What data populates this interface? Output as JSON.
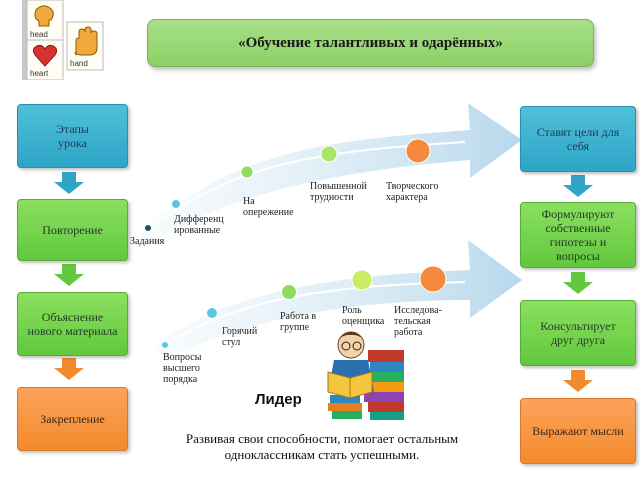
{
  "logo": {
    "head": "head",
    "hand": "hand",
    "heart": "heart"
  },
  "title": "«Обучение  талантливых и одарённых»",
  "left_column": [
    {
      "label": "Этапы\nурока",
      "color": "blue"
    },
    {
      "label": "Повторение",
      "color": "green"
    },
    {
      "label": "Объяснение\nнового материала",
      "color": "green"
    },
    {
      "label": "Закрепление",
      "color": "orange"
    }
  ],
  "right_column": [
    {
      "label": "Ставят цели для\nсебя",
      "color": "blue"
    },
    {
      "label": "Формулируют\nсобственные\nгипотезы и\nвопросы",
      "color": "green"
    },
    {
      "label": "Консультирует\nдруг друга",
      "color": "green"
    },
    {
      "label": "Выражают мысли",
      "color": "orange"
    }
  ],
  "upper_arrow_labels": [
    "Задания",
    "Дифференц\nированные",
    "На\nопережение",
    "Повышенной\nтрудности",
    "Творческого\nхарактера"
  ],
  "lower_arrow_labels": [
    "Вопросы\nвысшего\nпорядка",
    "Горячий\nстул",
    "Работа в\nгруппе",
    "Роль\nоценщика",
    "Исследова-\nтельская\nработа"
  ],
  "leader_label": "Лидер",
  "description": "Развивая  свои способности,  помогает остальным одноклассникам   стать успешными.",
  "colors": {
    "blue": "#34a9cb",
    "green": "#6ccd45",
    "orange": "#f7943a",
    "dot_blue": "#5cc6e0",
    "dot_green": "#8edc5c",
    "dot_lime": "#c8ec62",
    "dot_orange": "#f58a3c"
  }
}
